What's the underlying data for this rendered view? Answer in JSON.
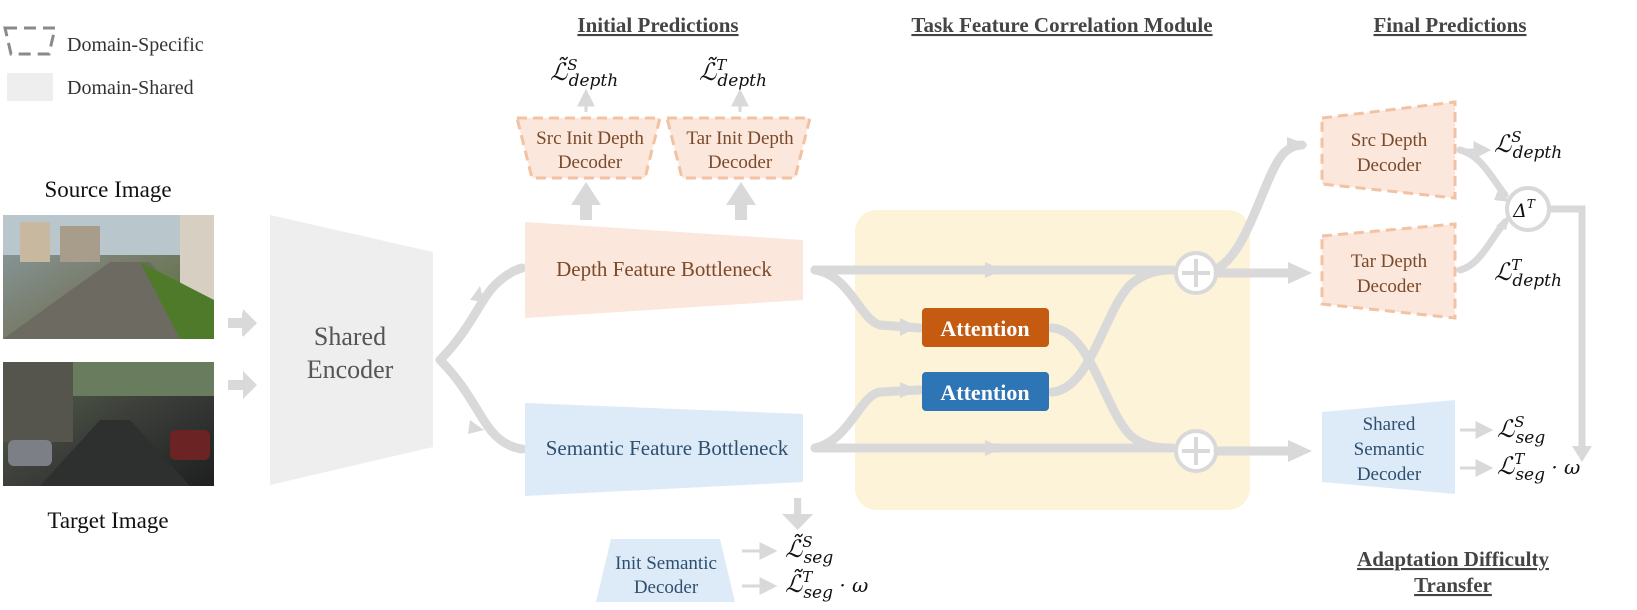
{
  "legend": {
    "domain_specific": "Domain-Specific",
    "domain_shared": "Domain-Shared"
  },
  "images": {
    "source_label": "Source Image",
    "target_label": "Target Image"
  },
  "encoder": {
    "line1": "Shared",
    "line2": "Encoder"
  },
  "sections": {
    "initial": "Initial Predictions",
    "tfcm": "Task Feature Correlation Module",
    "final": "Final  Predictions",
    "adapt_line1": "Adaptation Difficulty",
    "adapt_line2": "Transfer"
  },
  "bottlenecks": {
    "depth": "Depth Feature Bottleneck",
    "semantic": "Semantic Feature Bottleneck"
  },
  "init_decoders": {
    "src_depth": [
      "Src Init Depth",
      "Decoder"
    ],
    "tar_depth": [
      "Tar Init Depth",
      "Decoder"
    ],
    "semantic": [
      "Init Semantic",
      "Decoder"
    ]
  },
  "attention": {
    "top": "Attention",
    "bottom": "Attention"
  },
  "final_decoders": {
    "src_depth": [
      "Src Depth",
      "Decoder"
    ],
    "tar_depth": [
      "Tar Depth",
      "Decoder"
    ],
    "semantic": [
      "Shared",
      "Semantic",
      "Decoder"
    ]
  },
  "delta": {
    "base": "Δ",
    "sup": "T"
  },
  "losses": {
    "init_src_depth": {
      "base": "ℒ̃",
      "sup": "S",
      "sub": "depth",
      "suffix": ""
    },
    "init_tar_depth": {
      "base": "ℒ̃",
      "sup": "T",
      "sub": "depth",
      "suffix": ""
    },
    "init_src_seg": {
      "base": "ℒ̃",
      "sup": "S",
      "sub": "seg",
      "suffix": ""
    },
    "init_tar_seg": {
      "base": "ℒ̃",
      "sup": "T",
      "sub": "seg",
      "suffix": " · ω"
    },
    "final_src_depth": {
      "base": "ℒ",
      "sup": "S",
      "sub": "depth",
      "suffix": ""
    },
    "final_tar_depth": {
      "base": "ℒ",
      "sup": "T",
      "sub": "depth",
      "suffix": ""
    },
    "final_src_seg": {
      "base": "ℒ",
      "sup": "S",
      "sub": "seg",
      "suffix": ""
    },
    "final_tar_seg": {
      "base": "ℒ",
      "sup": "T",
      "sub": "seg",
      "suffix": " · ω"
    }
  },
  "colors": {
    "arrow": "#d9d9d9",
    "shared_fill": "#eeeeee",
    "depth_fill": "#fbe7dc",
    "depth_border": "#f3c2a2",
    "depth_text": "#7a4a2a",
    "semantic_fill": "#ddebf8",
    "semantic_text": "#2f4f6f",
    "tfcm_fill": "#fdf3d8",
    "attention_top": "#c55a11",
    "attention_bottom": "#2e75b6"
  }
}
